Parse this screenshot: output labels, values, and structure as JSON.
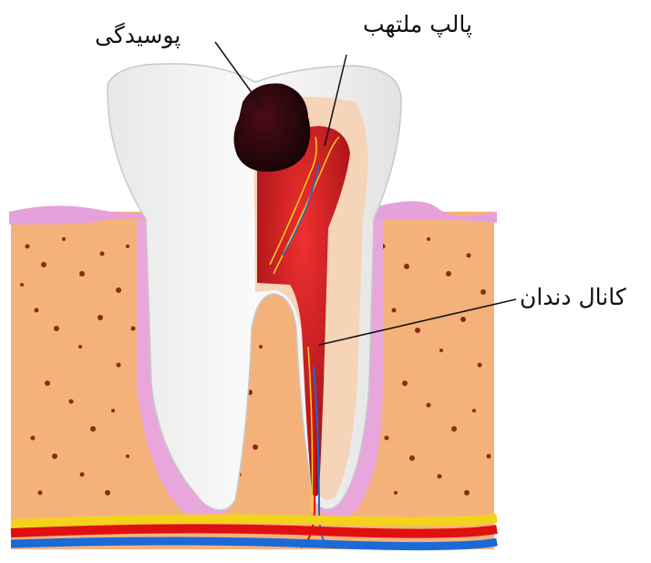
{
  "labels": {
    "caries": "پوسیدگی",
    "inflamed_pulp": "پالپ ملتهب",
    "root_canal": "کانال دندان"
  },
  "colors": {
    "bone": "#f4b27a",
    "gum": "#e6a0dc",
    "enamel": "#f2f2f2",
    "dentin": "#f6d4b8",
    "pulp": "#d81818",
    "caries": "#1a0608",
    "artery": "#e01010",
    "vein": "#1a6ad8",
    "nerve": "#f4d21c",
    "bone_spots": "#8a2c10"
  }
}
